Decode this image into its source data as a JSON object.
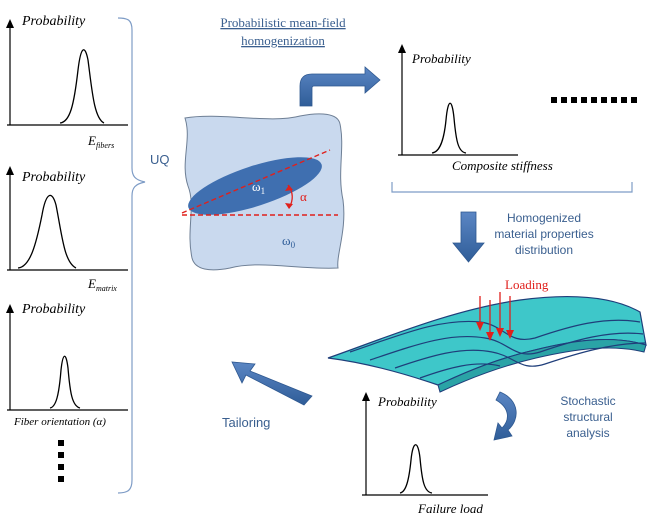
{
  "left_plots": [
    {
      "ylabel": "Probability",
      "xlabel": "E",
      "xlabel_sub": "fibers"
    },
    {
      "ylabel": "Probability",
      "xlabel": "E",
      "xlabel_sub": "matrix"
    },
    {
      "ylabel": "Probability",
      "xlabel": "Fiber orientation (α)",
      "xlabel_sub": ""
    }
  ],
  "uq_label": "UQ",
  "homogenization_title": [
    "Probabilistic mean-field",
    "homogenization"
  ],
  "top_right_plot": {
    "ylabel": "Probability",
    "xlabel": "Composite stiffness"
  },
  "inclusion_labels": {
    "omega1": "ω",
    "omega1_sub": "1",
    "omega0": "ω",
    "omega0_sub": "0",
    "alpha": "α"
  },
  "homogenized_label": [
    "Homogenized",
    "material properties",
    "distribution"
  ],
  "loading_label": "Loading",
  "tailoring_label": "Tailoring",
  "stochastic_label": [
    "Stochastic",
    "structural",
    "analysis"
  ],
  "bottom_plot": {
    "ylabel": "Probability",
    "xlabel": "Failure load"
  },
  "colors": {
    "accent_blue": "#3f6fb0",
    "label_blue": "#3a5f8f",
    "light_blue": "#c9d9ee",
    "teal": "#3ec7c9",
    "red": "#e0201c"
  }
}
